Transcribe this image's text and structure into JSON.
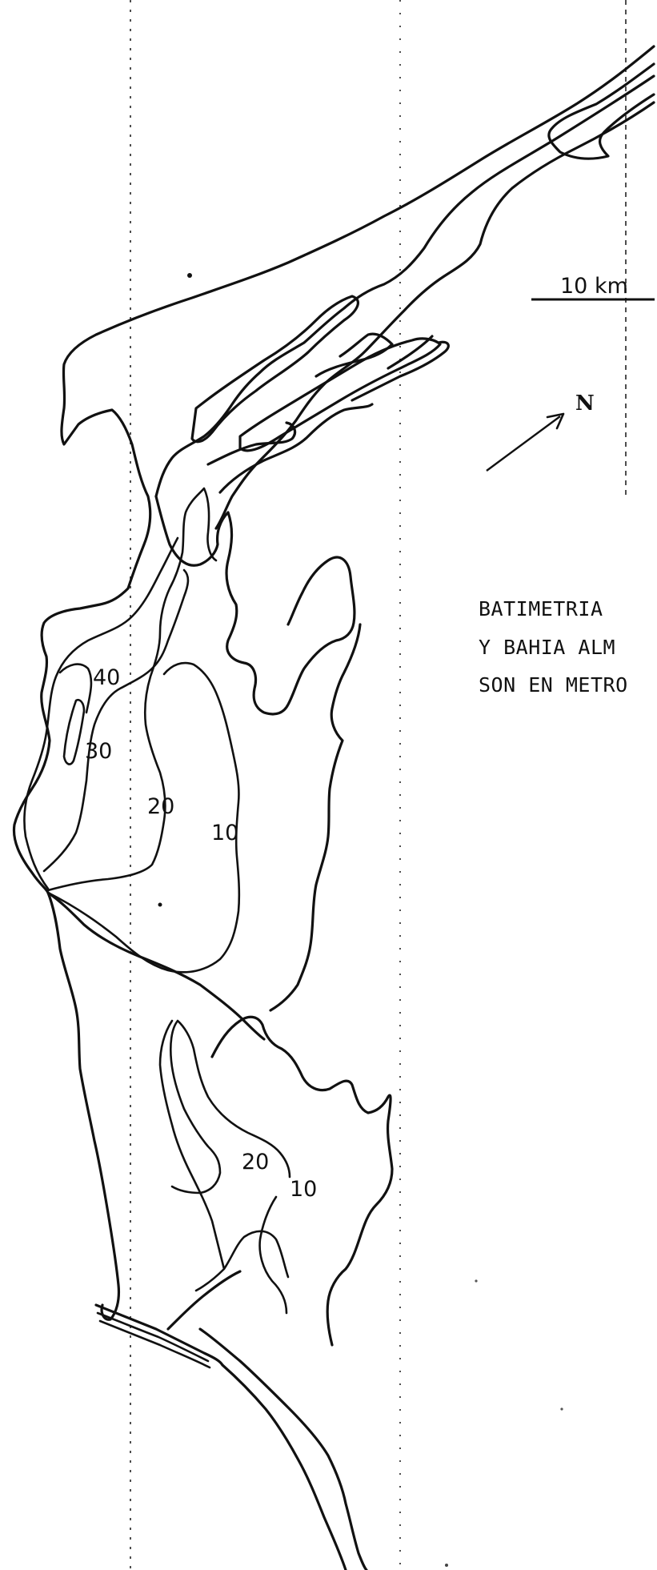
{
  "scale_bar": {
    "label": "10 km"
  },
  "north_arrow": {
    "label": "N"
  },
  "caption_lines": [
    "BATIMETRIA",
    "Y BAHIA ALM",
    "SON EN METRO"
  ],
  "depth_labels": {
    "upper_40": "40",
    "upper_30": "30",
    "upper_20": "20",
    "upper_10": "10",
    "lower_20": "20",
    "lower_10": "10"
  }
}
